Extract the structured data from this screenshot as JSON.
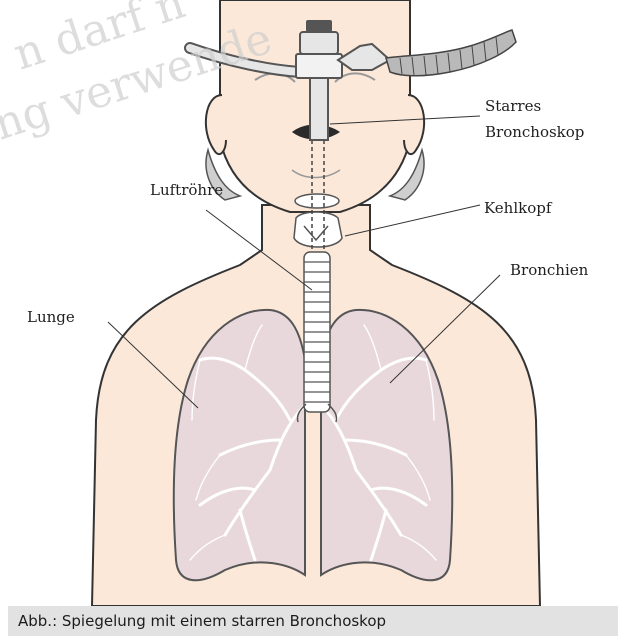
{
  "labels": {
    "bronchoscope_line1": "Starres",
    "bronchoscope_line2": "Bronchoskop",
    "trachea": "Luftröhre",
    "larynx": "Kehlkopf",
    "bronchi": "Bronchien",
    "lung": "Lunge"
  },
  "watermark": {
    "line1": "n darf n",
    "line2": "ng verwende"
  },
  "caption": "Abb.: Spiegelung mit einem starren Bronchoskop",
  "colors": {
    "skin": "#fbe8d9",
    "lung": "#e8d8dc",
    "outline": "#333333",
    "hair": "#cfcfcf",
    "caption_bg": "#e2e2e2"
  }
}
